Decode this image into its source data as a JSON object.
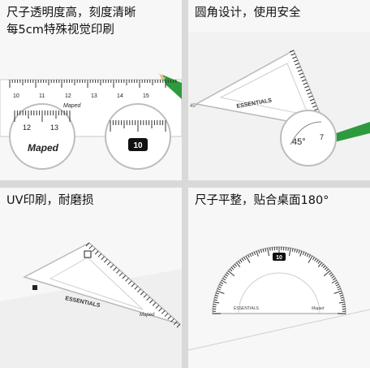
{
  "colors": {
    "background": "#d9d9d9",
    "panel": "#f7f7f7",
    "text": "#111111",
    "pencil": "#2e9a3e",
    "tick": "#333333"
  },
  "panels": [
    {
      "caption": "尺子透明度高，刻度清晰\n每5cm特殊视觉印刷",
      "ruler_numbers": [
        "10",
        "11",
        "12",
        "13",
        "14",
        "15"
      ],
      "zoom_numbers": [
        "12",
        "13"
      ],
      "zoom_badge": "10",
      "logo": "Maped"
    },
    {
      "caption": "圆角设计，使用安全",
      "triangle_text": "ESSENTIALS",
      "angle_label": "45°",
      "corner_label": "45°",
      "mark": "7"
    },
    {
      "caption": "UV印刷，耐磨损",
      "triangle_text": "ESSENTIALS",
      "logo": "Maped"
    },
    {
      "caption": "尺子平整，贴合桌面180°",
      "protractor_badge": "10",
      "protractor_brand": "ESSENTIALS",
      "logo": "Maped"
    }
  ]
}
